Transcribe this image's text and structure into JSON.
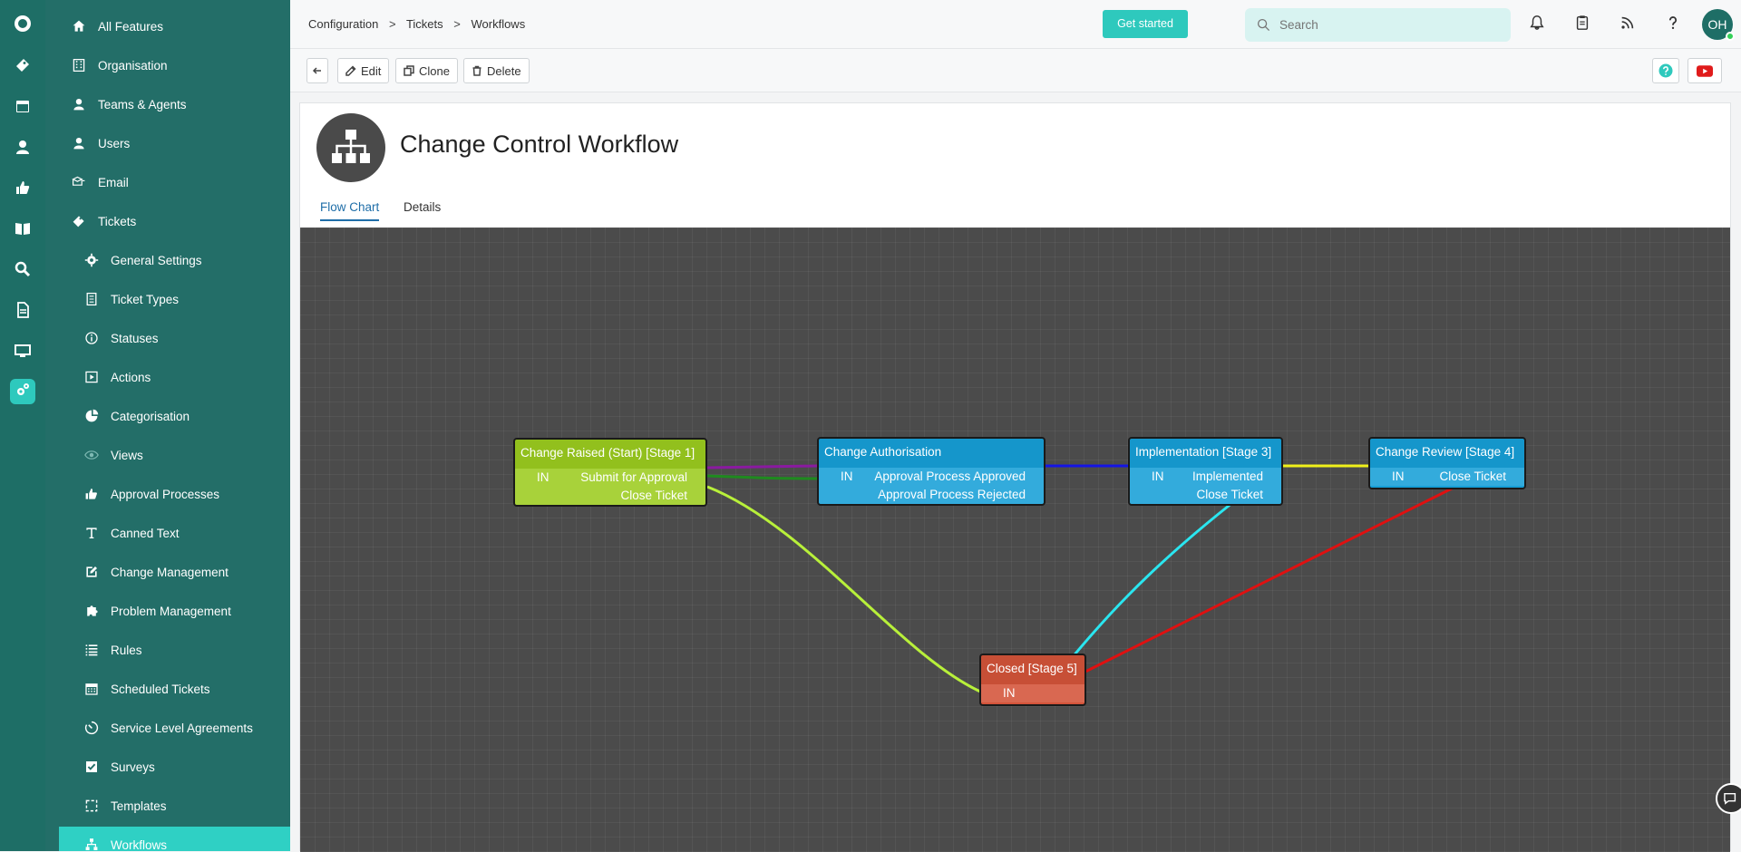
{
  "rail_icons": [
    "logo-icon",
    "ticket-icon",
    "calendar-icon",
    "person-icon",
    "thumbs-up-icon",
    "book-icon",
    "search-icon",
    "document-icon",
    "monitor-icon",
    "settings-gears-icon"
  ],
  "sidebar": {
    "items": [
      {
        "label": "All Features",
        "icon": "home-icon",
        "level": "top"
      },
      {
        "label": "Organisation",
        "icon": "building-icon",
        "level": "top"
      },
      {
        "label": "Teams & Agents",
        "icon": "person-icon",
        "level": "top"
      },
      {
        "label": "Users",
        "icon": "person-icon",
        "level": "top"
      },
      {
        "label": "Email",
        "icon": "email-icon",
        "level": "top"
      },
      {
        "label": "Tickets",
        "icon": "ticket-icon",
        "level": "top"
      },
      {
        "label": "General Settings",
        "icon": "gear-icon",
        "level": "sub"
      },
      {
        "label": "Ticket Types",
        "icon": "list-icon",
        "level": "sub"
      },
      {
        "label": "Statuses",
        "icon": "info-icon",
        "level": "sub"
      },
      {
        "label": "Actions",
        "icon": "play-icon",
        "level": "sub"
      },
      {
        "label": "Categorisation",
        "icon": "pie-icon",
        "level": "sub"
      },
      {
        "label": "Views",
        "icon": "eye-icon",
        "level": "sub"
      },
      {
        "label": "Approval Processes",
        "icon": "thumbs-up-icon",
        "level": "sub"
      },
      {
        "label": "Canned Text",
        "icon": "text-icon",
        "level": "sub"
      },
      {
        "label": "Change Management",
        "icon": "edit-icon",
        "level": "sub"
      },
      {
        "label": "Problem Management",
        "icon": "puzzle-icon",
        "level": "sub"
      },
      {
        "label": "Rules",
        "icon": "rules-icon",
        "level": "sub"
      },
      {
        "label": "Scheduled Tickets",
        "icon": "calendar-icon",
        "level": "sub"
      },
      {
        "label": "Service Level Agreements",
        "icon": "timer-icon",
        "level": "sub"
      },
      {
        "label": "Surveys",
        "icon": "checkbox-icon",
        "level": "sub"
      },
      {
        "label": "Templates",
        "icon": "template-icon",
        "level": "sub"
      },
      {
        "label": "Workflows",
        "icon": "workflow-icon",
        "level": "sub",
        "selected": true
      }
    ]
  },
  "header": {
    "breadcrumb": [
      "Configuration",
      "Tickets",
      "Workflows"
    ],
    "breadcrumb_sep": ">",
    "get_started": "Get started",
    "search_placeholder": "Search",
    "avatar_initials": "OH",
    "icons": [
      "bell-icon",
      "clipboard-icon",
      "rss-icon",
      "help-icon"
    ]
  },
  "toolbar": {
    "edit": "Edit",
    "clone": "Clone",
    "delete": "Delete"
  },
  "workflow": {
    "title": "Change Control Workflow",
    "tabs": [
      "Flow Chart",
      "Details"
    ],
    "active_tab": "Flow Chart"
  },
  "flowchart": {
    "nodes": [
      {
        "id": "n1",
        "title": "Change Raised (Start) [Stage 1]",
        "color": "#9ccc1f",
        "rows": [
          {
            "in": "IN",
            "out": "Submit for Approval"
          },
          {
            "in": "",
            "out": "Close Ticket"
          }
        ]
      },
      {
        "id": "n2",
        "title": "Change Authorisation",
        "color": "#17a0d8",
        "rows": [
          {
            "in": "IN",
            "out": "Approval Process Approved"
          },
          {
            "in": "",
            "out": "Approval Process Rejected"
          }
        ]
      },
      {
        "id": "n3",
        "title": "Implementation [Stage 3]",
        "color": "#17a0d8",
        "rows": [
          {
            "in": "IN",
            "out": "Implemented"
          },
          {
            "in": "",
            "out": "Close Ticket"
          }
        ]
      },
      {
        "id": "n4",
        "title": "Change Review [Stage 4]",
        "color": "#17a0d8",
        "rows": [
          {
            "in": "IN",
            "out": "Close Ticket"
          }
        ]
      },
      {
        "id": "n5",
        "title": "Closed [Stage 5]",
        "color": "#d4543a",
        "rows": [
          {
            "in": "IN",
            "out": ""
          }
        ]
      }
    ],
    "links": [
      {
        "from": "Submit for Approval",
        "to": "Change Authorisation",
        "color": "#8a1aa0"
      },
      {
        "from": "Approval Process Rejected",
        "to": "Change Raised (Start) [Stage 1]",
        "color": "#1f8a1f"
      },
      {
        "from": "Approval Process Approved",
        "to": "Implementation [Stage 3]",
        "color": "#1414e6"
      },
      {
        "from": "Implemented",
        "to": "Change Review [Stage 4]",
        "color": "#f0f01a"
      },
      {
        "from": "Close Ticket (Stage 1)",
        "to": "Closed [Stage 5]",
        "color": "#b8f03a"
      },
      {
        "from": "Close Ticket (Stage 3)",
        "to": "Closed [Stage 5]",
        "color": "#2ae6f0"
      },
      {
        "from": "Close Ticket (Stage 4)",
        "to": "Closed [Stage 5]",
        "color": "#e01010"
      }
    ]
  }
}
